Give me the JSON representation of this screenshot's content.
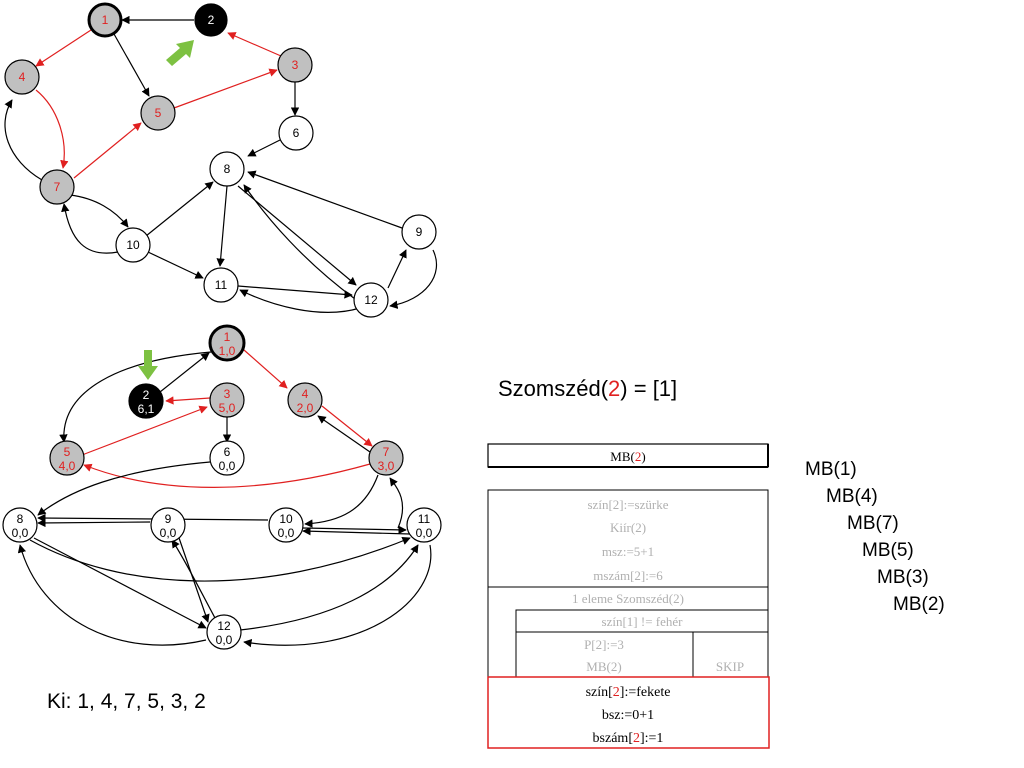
{
  "graph_top": {
    "nodes": [
      {
        "id": "1",
        "label": "1",
        "state": "gray",
        "label_color": "#e02020",
        "highlight": true
      },
      {
        "id": "2",
        "label": "2",
        "state": "black",
        "label_color": "#ffffff"
      },
      {
        "id": "3",
        "label": "3",
        "state": "gray",
        "label_color": "#e02020"
      },
      {
        "id": "4",
        "label": "4",
        "state": "gray",
        "label_color": "#e02020"
      },
      {
        "id": "5",
        "label": "5",
        "state": "gray",
        "label_color": "#e02020"
      },
      {
        "id": "6",
        "label": "6",
        "state": "white",
        "label_color": "#000000"
      },
      {
        "id": "7",
        "label": "7",
        "state": "gray",
        "label_color": "#e02020"
      },
      {
        "id": "8",
        "label": "8",
        "state": "white",
        "label_color": "#000000"
      },
      {
        "id": "9",
        "label": "9",
        "state": "white",
        "label_color": "#000000"
      },
      {
        "id": "10",
        "label": "10",
        "state": "white",
        "label_color": "#000000"
      },
      {
        "id": "11",
        "label": "11",
        "state": "white",
        "label_color": "#000000"
      },
      {
        "id": "12",
        "label": "12",
        "state": "white",
        "label_color": "#000000"
      }
    ]
  },
  "graph_bottom": {
    "nodes": [
      {
        "id": "1",
        "label": "1",
        "sub": "1,0",
        "state": "gray",
        "label_color": "#e02020",
        "highlight": true
      },
      {
        "id": "2",
        "label": "2",
        "sub": "6,1",
        "state": "black",
        "label_color": "#ffffff"
      },
      {
        "id": "3",
        "label": "3",
        "sub": "5,0",
        "state": "gray",
        "label_color": "#e02020"
      },
      {
        "id": "4",
        "label": "4",
        "sub": "2,0",
        "state": "gray",
        "label_color": "#e02020"
      },
      {
        "id": "5",
        "label": "5",
        "sub": "4,0",
        "state": "gray",
        "label_color": "#e02020"
      },
      {
        "id": "6",
        "label": "6",
        "sub": "0,0",
        "state": "white",
        "label_color": "#000000"
      },
      {
        "id": "7",
        "label": "7",
        "sub": "3,0",
        "state": "gray",
        "label_color": "#e02020"
      },
      {
        "id": "8",
        "label": "8",
        "sub": "0,0",
        "state": "white",
        "label_color": "#000000"
      },
      {
        "id": "9",
        "label": "9",
        "sub": "0,0",
        "state": "white",
        "label_color": "#000000"
      },
      {
        "id": "10",
        "label": "10",
        "sub": "0,0",
        "state": "white",
        "label_color": "#000000"
      },
      {
        "id": "11",
        "label": "11",
        "sub": "0,0",
        "state": "white",
        "label_color": "#000000"
      },
      {
        "id": "12",
        "label": "12",
        "sub": "0,0",
        "state": "white",
        "label_color": "#000000"
      }
    ]
  },
  "szomszed": {
    "prefix": "Szomszéd(",
    "arg": "2",
    "suffix": ") = [1]"
  },
  "procedure": {
    "header": {
      "prefix": "MB(",
      "arg": "2",
      "suffix": ")"
    },
    "gray_lines": [
      "szín[2]:=szürke",
      "Kiír(2)",
      "msz:=5+1",
      "mszám[2]:=6"
    ],
    "loop_label": "1 eleme Szomszéd(2)",
    "condition": "szín[1] != fehér",
    "branch_true": [
      "P[2]:=3",
      "MB(2)"
    ],
    "branch_false": "SKIP",
    "final": [
      {
        "prefix": "szín[",
        "arg": "2",
        "suffix": "]:=fekete"
      },
      {
        "prefix": "bsz:=0+1",
        "arg": "",
        "suffix": ""
      },
      {
        "prefix": "bszám[",
        "arg": "2",
        "suffix": "]:=1"
      }
    ]
  },
  "call_stack": [
    "MB(1)",
    "MB(4)",
    "MB(7)",
    "MB(5)",
    "MB(3)",
    "MB(2)"
  ],
  "output": "Ki: 1, 4, 7, 5, 3, 2",
  "colors": {
    "gray": "#c0c0c0",
    "black": "#000000",
    "white": "#ffffff",
    "red": "#e02020",
    "green": "#7dc142",
    "faded": "#b0b0b0"
  }
}
